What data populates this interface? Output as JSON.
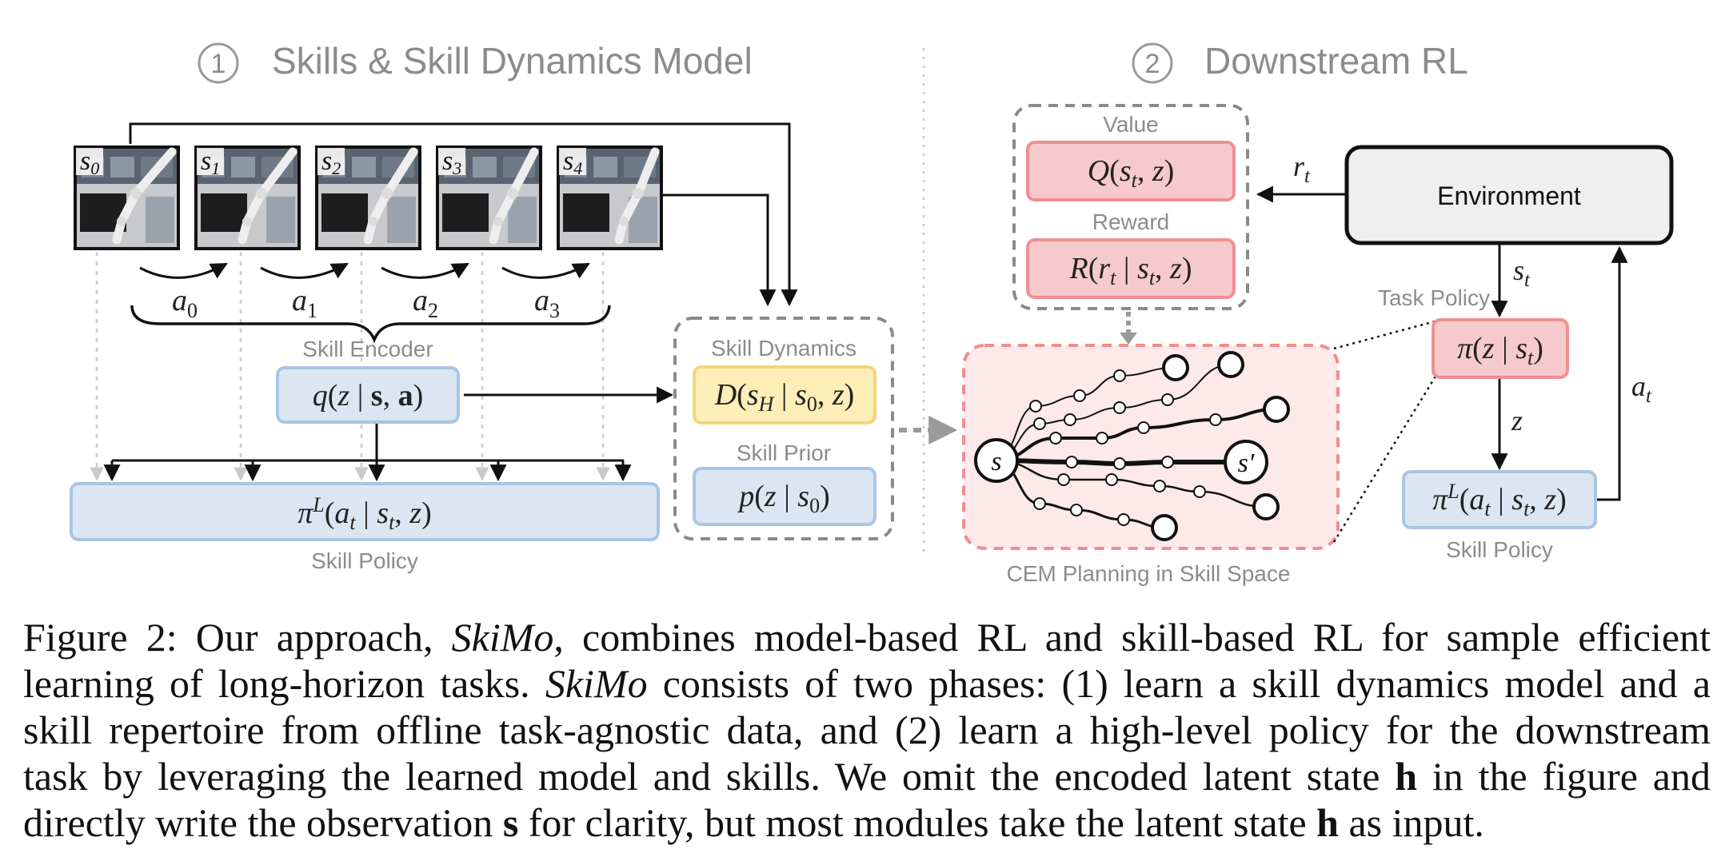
{
  "section1": {
    "number": "1",
    "title": "Skills & Skill Dynamics Model"
  },
  "section2": {
    "number": "2",
    "title": "Downstream RL"
  },
  "states": [
    {
      "label": "s",
      "sub": "0"
    },
    {
      "label": "s",
      "sub": "1"
    },
    {
      "label": "s",
      "sub": "2"
    },
    {
      "label": "s",
      "sub": "3"
    },
    {
      "label": "s",
      "sub": "4"
    }
  ],
  "actions": [
    {
      "label": "a",
      "sub": "0"
    },
    {
      "label": "a",
      "sub": "1"
    },
    {
      "label": "a",
      "sub": "2"
    },
    {
      "label": "a",
      "sub": "3"
    }
  ],
  "skill_encoder": {
    "caption": "Skill Encoder",
    "formula": "q(z | s, a)"
  },
  "skill_policy_left": {
    "caption": "Skill Policy",
    "formula": "πL(at | st, z)"
  },
  "skill_dynamics": {
    "caption": "Skill Dynamics",
    "formula": "D(sH | s0, z)"
  },
  "skill_prior": {
    "caption": "Skill Prior",
    "formula": "p(z | s0)"
  },
  "value": {
    "caption": "Value",
    "formula": "Q(st, z)"
  },
  "reward": {
    "caption": "Reward",
    "formula": "R(rt | st, z)"
  },
  "environment": {
    "label": "Environment"
  },
  "task_policy": {
    "caption": "Task Policy",
    "formula": "π(z | st)"
  },
  "skill_policy_right": {
    "caption": "Skill Policy",
    "formula": "πL(at | st, z)"
  },
  "cem": {
    "caption": "CEM Planning in Skill Space",
    "start": "s",
    "goal": "s′"
  },
  "edge_labels": {
    "reward": "rt",
    "state": "st",
    "skill": "z",
    "action": "at"
  },
  "caption": {
    "lines": [
      [
        {
          "t": "Figure 2: Our approach, "
        },
        {
          "t": "SkiMo",
          "i": true
        },
        {
          "t": ", combines model-based RL and skill-based RL for sample efficient"
        }
      ],
      [
        {
          "t": "learning of long-horizon tasks. "
        },
        {
          "t": "SkiMo",
          "i": true
        },
        {
          "t": " consists of two phases: (1) learn a skill dynamics model and a"
        }
      ],
      [
        {
          "t": "skill repertoire from offline task-agnostic data, and (2) learn a high-level policy for the downstream"
        }
      ],
      [
        {
          "t": "task by leveraging the learned model and skills. We omit the encoded latent state "
        },
        {
          "t": "h",
          "b": true
        },
        {
          "t": " in the figure and"
        }
      ],
      [
        {
          "t": "directly write the observation "
        },
        {
          "t": "s",
          "b": true
        },
        {
          "t": " for clarity, but most modules take the latent state "
        },
        {
          "t": "h",
          "b": true
        },
        {
          "t": " as input."
        }
      ]
    ]
  }
}
